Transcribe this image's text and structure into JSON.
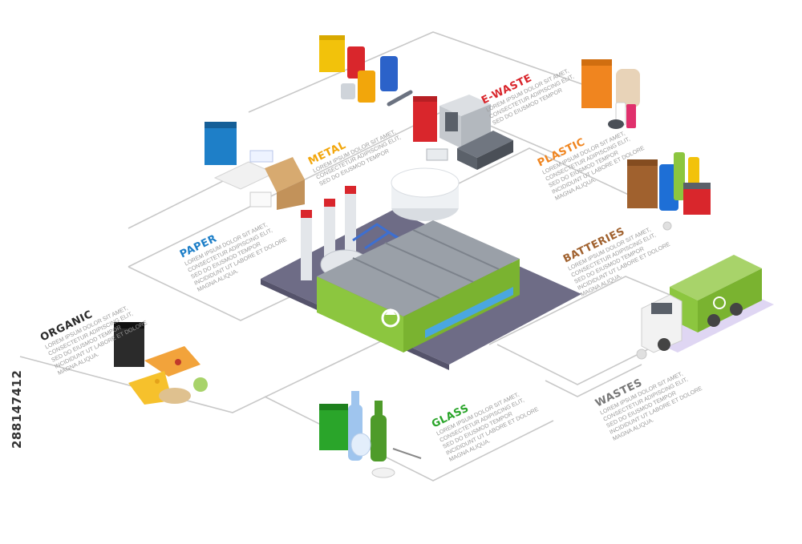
{
  "colors": {
    "paper": "#1e7fc8",
    "metal": "#f2a60b",
    "ewaste": "#d9262c",
    "plastic": "#f0851f",
    "batteries": "#a0612e",
    "organic": "#2b2b2b",
    "glass": "#2aa52a",
    "wastes": "#777777",
    "factory_green": "#8cc63f",
    "road": "#6e6c86"
  },
  "categories": [
    {
      "key": "metal",
      "title": "METAL",
      "icon": "metal-cans-icon",
      "text": "LOREM IPSUM DOLOR SIT AMET,\nCONSECTETUR ADIPISCING ELIT,\nSED DO EIUSMOD TEMPOR"
    },
    {
      "key": "ewaste",
      "title": "E-WASTE",
      "icon": "electronics-icon",
      "text": "LOREM IPSUM DOLOR SIT AMET,\nCONSECTETUR ADIPISCING ELIT,\nSED DO EIUSMOD TEMPOR"
    },
    {
      "key": "paper",
      "title": "PAPER",
      "icon": "paper-box-icon",
      "text": "LOREM IPSUM DOLOR SIT AMET,\nCONSECTETUR ADIPISCING ELIT,\nSED DO EIUSMOD TEMPOR\nINCIDIDUNT UT LABORE ET DOLORE\nMAGNA ALIQUA."
    },
    {
      "key": "plastic",
      "title": "PLASTIC",
      "icon": "plastic-bottles-icon",
      "text": "LOREM IPSUM DOLOR SIT AMET,\nCONSECTETUR ADIPISCING ELIT,\nSED DO EIUSMOD TEMPOR\nINCIDIDUNT UT LABORE ET DOLORE\nMAGNA ALIQUA."
    },
    {
      "key": "batteries",
      "title": "BATTERIES",
      "icon": "batteries-icon",
      "text": "LOREM IPSUM DOLOR SIT AMET,\nCONSECTETUR ADIPISCING ELIT,\nSED DO EIUSMOD TEMPOR\nINCIDIDUNT UT LABORE ET DOLORE\nMAGNA ALIQUA."
    },
    {
      "key": "organic",
      "title": "ORGANIC",
      "icon": "food-waste-icon",
      "text": "LOREM IPSUM DOLOR SIT AMET,\nCONSECTETUR ADIPISCING ELIT,\nSED DO EIUSMOD TEMPOR\nINCIDIDUNT UT LABORE ET DOLORE\nMAGNA ALIQUA."
    },
    {
      "key": "glass",
      "title": "GLASS",
      "icon": "glass-bottles-icon",
      "text": "LOREM IPSUM DOLOR SIT AMET,\nCONSECTETUR ADIPISCING ELIT,\nSED DO EIUSMOD TEMPOR\nINCIDIDUNT UT LABORE ET DOLORE\nMAGNA ALIQUA."
    },
    {
      "key": "wastes",
      "title": "WASTES",
      "icon": "garbage-truck-icon",
      "text": "LOREM IPSUM DOLOR SIT AMET,\nCONSECTETUR ADIPISCING ELIT,\nSED DO EIUSMOD TEMPOR\nINCIDIDUNT UT LABORE ET DOLORE\nMAGNA ALIQUA."
    }
  ],
  "center": {
    "icon": "recycling-factory-icon"
  },
  "stock_id": "288147412"
}
